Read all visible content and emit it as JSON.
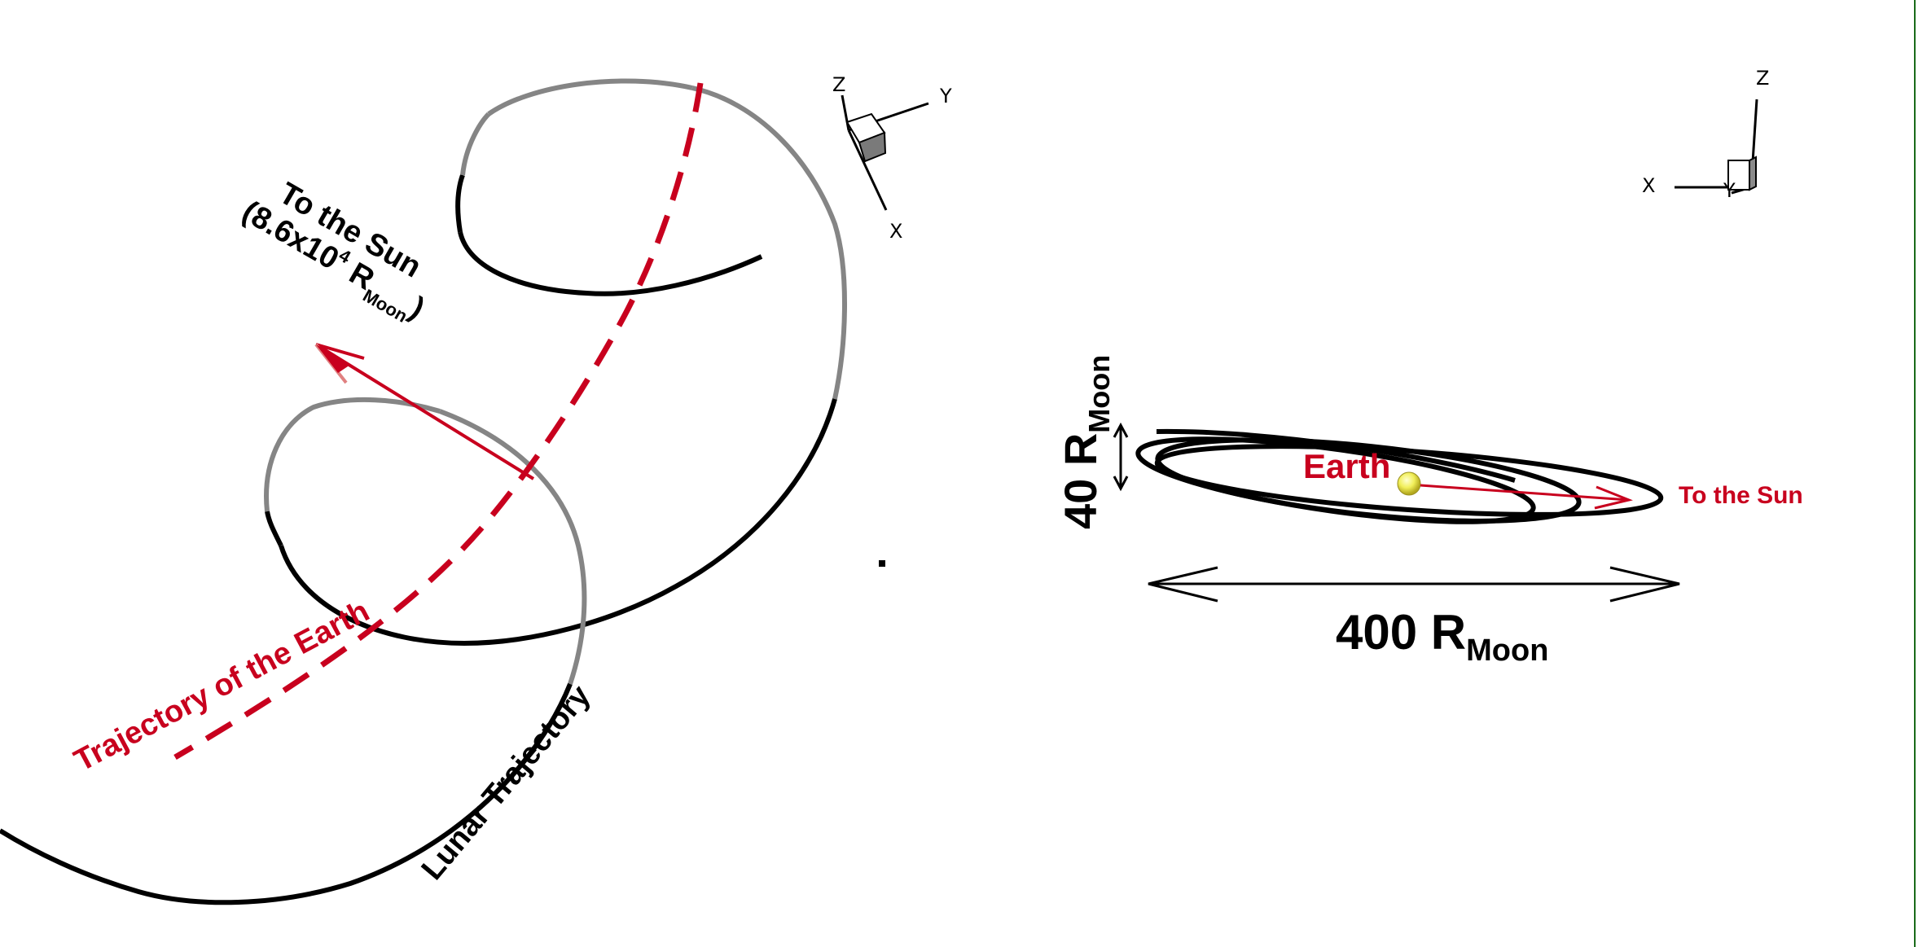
{
  "colors": {
    "trajectory_black": "#000000",
    "trajectory_gray": "#858585",
    "earth_red": "#c8001e",
    "earth_sphere": "#f1ef5a",
    "frame_border": "#1a6b1a"
  },
  "left_panel": {
    "sun_label_line1": "To the Sun",
    "sun_label_paren_open": "(8.6x10",
    "sun_label_exp": "4",
    "sun_label_R": " R",
    "sun_label_sub": "Moon",
    "sun_label_paren_close": ")",
    "earth_trajectory_label": "Trajectory of the Earth",
    "lunar_trajectory_label": "Lunar Trajectory",
    "axes": {
      "z": "Z",
      "y": "Y",
      "x": "X"
    }
  },
  "right_panel": {
    "earth_label": "Earth",
    "sun_label": "To the Sun",
    "height_value": "40 R",
    "height_sub": "Moon",
    "width_value": "400 R",
    "width_sub": "Moon",
    "axes": {
      "z": "Z",
      "x": "X",
      "y": "Y"
    }
  },
  "icons": {
    "axis_triad_left": "3d-axis-triad-icon",
    "axis_triad_right": "3d-axis-triad-icon",
    "earth_marker": "earth-sphere-icon"
  }
}
